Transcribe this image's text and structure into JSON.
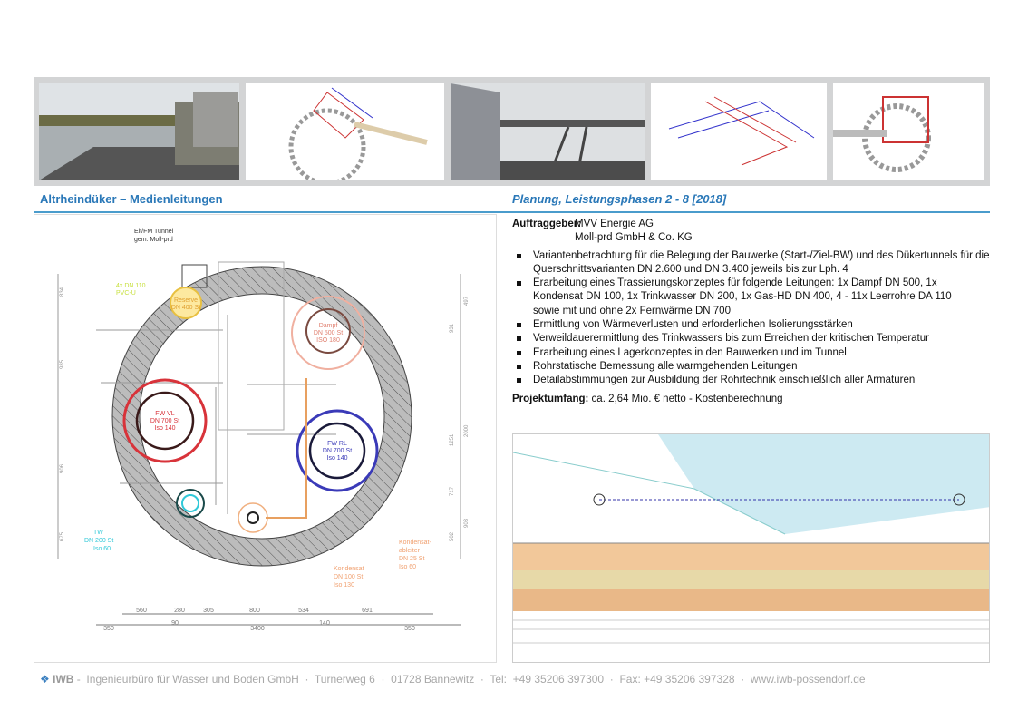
{
  "header": {
    "title": "Altrheindüker – Medienleitungen",
    "subtitle": "Planung, Leistungsphasen 2 - 8 [2018]"
  },
  "client": {
    "label": "Auftraggeber:",
    "lines": [
      "MVV Energie AG",
      "Moll-prd GmbH & Co. KG"
    ]
  },
  "tasks": [
    "Variantenbetrachtung für die Belegung der Bauwerke (Start-/Ziel-BW) und des Dükertunnels für die Querschnittsvarianten DN 2.600 und DN 3.400 jeweils bis zur Lph. 4",
    "Erarbeitung eines Trassierungskonzeptes für folgende Leitungen: 1x Dampf DN 500, 1x Kondensat DN 100, 1x Trinkwasser DN 200, 1x Gas-HD DN 400, 4 - 11x Leerrohre DA 110 sowie mit und ohne 2x Fernwärme DN 700",
    "Ermittlung von Wärmeverlusten und erforderlichen Isolierungsstärken",
    "Verweildauerermittlung des Trinkwassers bis zum Erreichen der kritischen Temperatur",
    "Erarbeitung eines Lagerkonzeptes in den Bauwerken und im Tunnel",
    "Rohrstatische Bemessung alle warmgehenden Leitungen",
    "Detailabstimmungen zur Ausbildung der Rohrtechnik einschließlich aller Armaturen"
  ],
  "scope": {
    "label": "Projektumfang:",
    "value": "ca. 2,64 Mio. € netto - Kostenberechnung"
  },
  "drawing": {
    "tunnel": [
      "Elt/FM Tunnel",
      "gem. Moll-prd"
    ],
    "pvc": [
      "4x DN 110",
      "PVC-U"
    ],
    "reserve": [
      "Reserve",
      "DN 400 St"
    ],
    "dampf": [
      "Dampf",
      "DN 500 St",
      "ISO 180"
    ],
    "fwvl": [
      "FW VL",
      "DN 700 St",
      "Iso 140"
    ],
    "fwrl": [
      "FW RL",
      "DN 700 St",
      "Iso 140"
    ],
    "tw": [
      "TW",
      "DN 200 St",
      "Iso 60"
    ],
    "kondensat": [
      "Kondensat",
      "DN 100 St",
      "Iso 130"
    ],
    "ableiter": [
      "Kondensat-",
      "ableiter",
      "DN 25 St",
      "Iso 60"
    ],
    "dims_bottom": [
      "560",
      "280",
      "305",
      "800",
      "534",
      "691"
    ],
    "dims_total": [
      "350",
      "90",
      "3400",
      "140",
      "350"
    ],
    "dims_left": [
      "834",
      "985",
      "906",
      "675"
    ],
    "dims_right": [
      "931",
      "1251",
      "717",
      "502",
      "497",
      "2000",
      "903"
    ]
  },
  "footer": {
    "brand": "IWB",
    "text": " -  Ingenieurbüro für Wasser und Boden GmbH  ·  Turnerweg 6  ·  01728 Bannewitz  ·  Tel:  +49 35206 397300  ·  Fax: +49 35206 397328  ·  www.iwb-possendorf.de"
  },
  "colors": {
    "accent": "#2a78b8",
    "red": "#d8333a",
    "blue": "#3a3ab8",
    "orange": "#f0a070",
    "cyan": "#30c8d8"
  }
}
